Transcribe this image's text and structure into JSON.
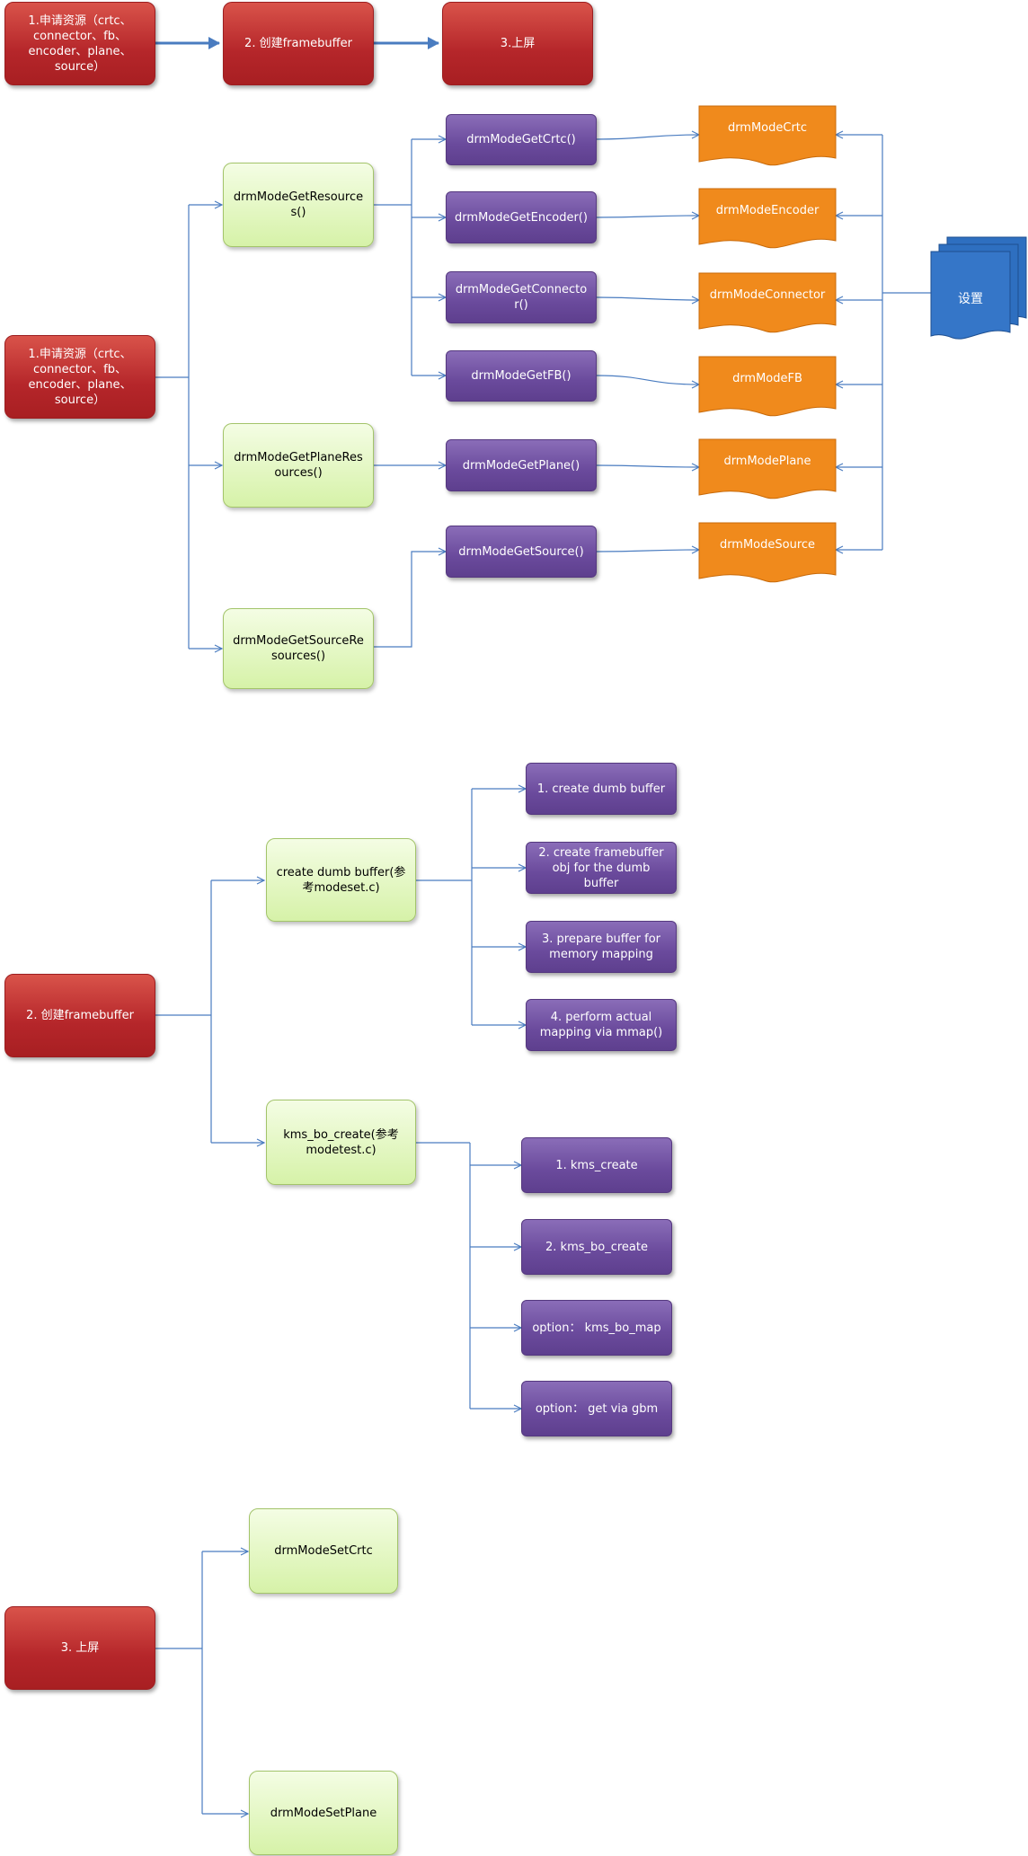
{
  "flow": {
    "step1": "1.申请资源（crtc、\nconnector、fb、\nencoder、plane、\nsource）",
    "step2": "2. 创建framebuffer",
    "step3": "3.上屏"
  },
  "resources": {
    "root": "1.申请资源（crtc、\nconnector、fb、\nencoder、plane、\nsource）",
    "get_resources": "drmModeGetResource\ns()",
    "get_plane_resources": "drmModeGetPlaneRes\nources()",
    "get_source_resources": "drmModeGetSourceRe\nsources()",
    "get_crtc": "drmModeGetCrtc()",
    "get_encoder": "drmModeGetEncoder()",
    "get_connector": "drmModeGetConnecto\nr()",
    "get_fb": "drmModeGetFB()",
    "get_plane": "drmModeGetPlane()",
    "get_source": "drmModeGetSource()",
    "mode_crtc": "drmModeCrtc",
    "mode_encoder": "drmModeEncoder",
    "mode_connector": "drmModeConnector",
    "mode_fb": "drmModeFB",
    "mode_plane": "drmModePlane",
    "mode_source": "drmModeSource",
    "settings": "设置"
  },
  "framebuffer": {
    "root": "2. 创建framebuffer",
    "dumb": "create dumb buffer(参\n考modeset.c)",
    "dumb_steps": [
      "1. create dumb buffer",
      "2. create framebuffer\nobj for the dumb\nbuffer",
      "3. prepare buffer for\nmemory mapping",
      "4. perform actual\nmapping via mmap()"
    ],
    "kms": "kms_bo_create(参考\nmodetest.c)",
    "kms_steps": [
      "1. kms_create",
      "2. kms_bo_create",
      "option： kms_bo_map",
      "option： get via gbm"
    ]
  },
  "display": {
    "root": "3. 上屏",
    "set_crtc": "drmModeSetCrtc",
    "set_plane": "drmModeSetPlane"
  },
  "colors": {
    "red": "#b5262a",
    "green": "#d6f2a8",
    "purple": "#6a4a9c",
    "orange": "#f08a1c",
    "blue_doc": "#2e6fc0",
    "connector": "#4a7cc0"
  }
}
